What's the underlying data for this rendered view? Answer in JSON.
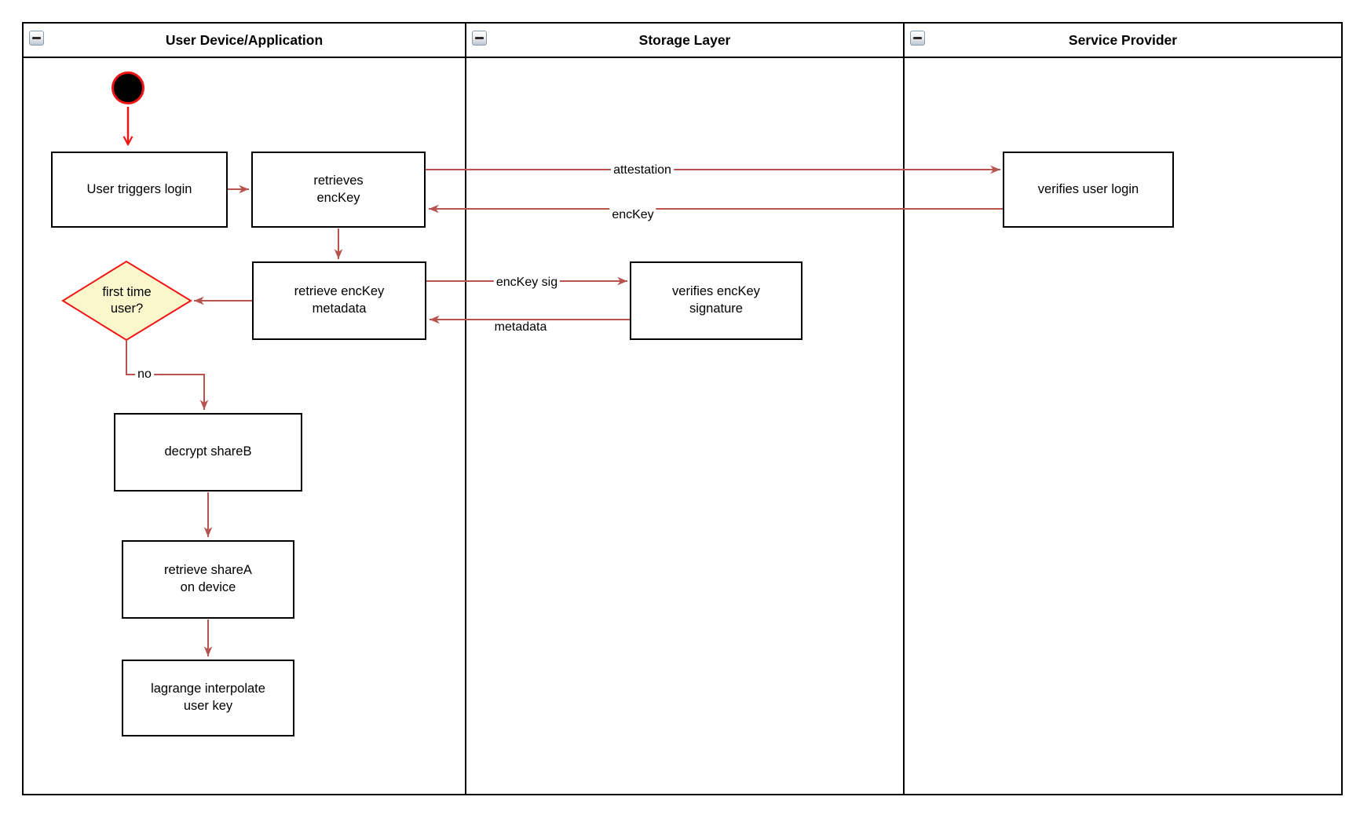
{
  "colors": {
    "arrow": "#B85450",
    "red": "#F01414",
    "diamond_fill": "#FBF7CD",
    "box_border": "#000000"
  },
  "lanes": [
    {
      "title": "User Device/Application"
    },
    {
      "title": "Storage Layer"
    },
    {
      "title": "Service Provider"
    }
  ],
  "nodes": {
    "user_triggers_login": {
      "label": "User triggers login"
    },
    "retrieves_enckey": {
      "label": "retrieves\nencKey"
    },
    "retrieve_enckey_metadata": {
      "label": "retrieve encKey\nmetadata"
    },
    "first_time_user": {
      "label": "first time\nuser?"
    },
    "decrypt_shareb": {
      "label": "decrypt shareB"
    },
    "retrieve_sharea": {
      "label": "retrieve shareA\non device"
    },
    "lagrange_interpolate": {
      "label": "lagrange interpolate\nuser key"
    },
    "verifies_enckey_signature": {
      "label": "verifies encKey\nsignature"
    },
    "verifies_user_login": {
      "label": "verifies user login"
    }
  },
  "edge_labels": {
    "attestation": "attestation",
    "enckey": "encKey",
    "enckey_sig": "encKey sig",
    "metadata": "metadata",
    "no": "no"
  }
}
